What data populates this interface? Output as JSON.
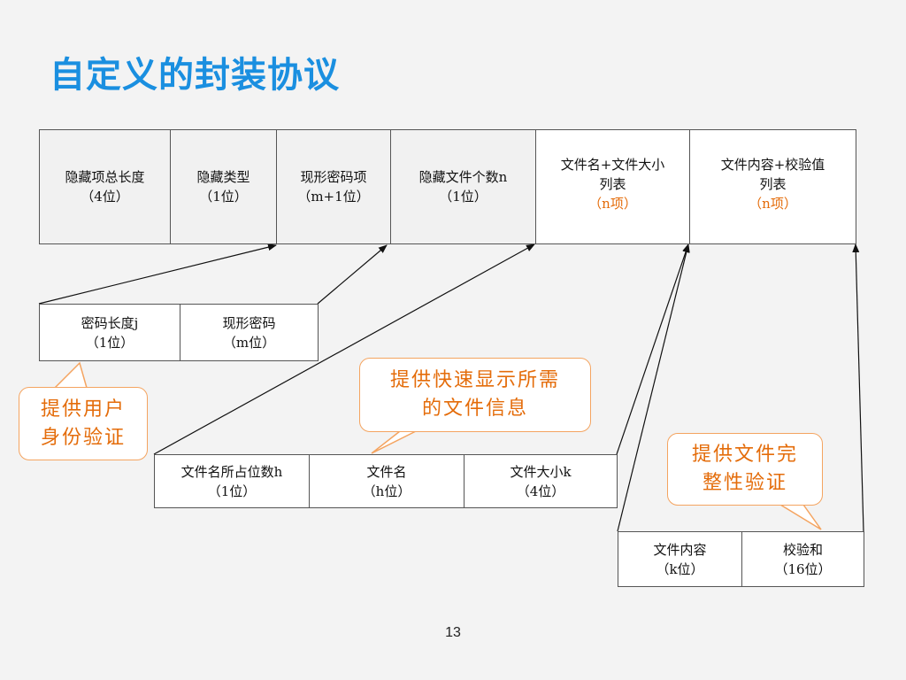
{
  "title": "自定义的封装协议",
  "page_number": "13",
  "main_table": [
    {
      "label": "隐藏项总长度",
      "size": "（4位）"
    },
    {
      "label": "隐藏类型",
      "size": "（1位）"
    },
    {
      "label": "现形密码项",
      "size": "（m+1位）"
    },
    {
      "label": "隐藏文件个数n",
      "size": "（1位）"
    },
    {
      "label1": "文件名+文件大小",
      "label2": "列表",
      "size": "（n项）"
    },
    {
      "label1": "文件内容+校验值",
      "label2": "列表",
      "size": "（n项）"
    }
  ],
  "password_table": [
    {
      "label": "密码长度j",
      "size": "（1位）"
    },
    {
      "label": "现形密码",
      "size": "（m位）"
    }
  ],
  "filename_table": [
    {
      "label": "文件名所占位数h",
      "size": "（1位）"
    },
    {
      "label": "文件名",
      "size": "（h位）"
    },
    {
      "label": "文件大小k",
      "size": "（4位）"
    }
  ],
  "content_table": [
    {
      "label": "文件内容",
      "size": "（k位）"
    },
    {
      "label": "校验和",
      "size": "（16位）"
    }
  ],
  "callouts": {
    "auth": {
      "line1": "提供用户",
      "line2": "身份验证"
    },
    "display": {
      "line1": "提供快速显示所需",
      "line2": "的文件信息"
    },
    "integrity": {
      "line1": "提供文件完",
      "line2": "整性验证"
    }
  },
  "colors": {
    "title": "#1a8fe0",
    "highlight": "#e46c0a",
    "callout_border": "#f4a460"
  }
}
